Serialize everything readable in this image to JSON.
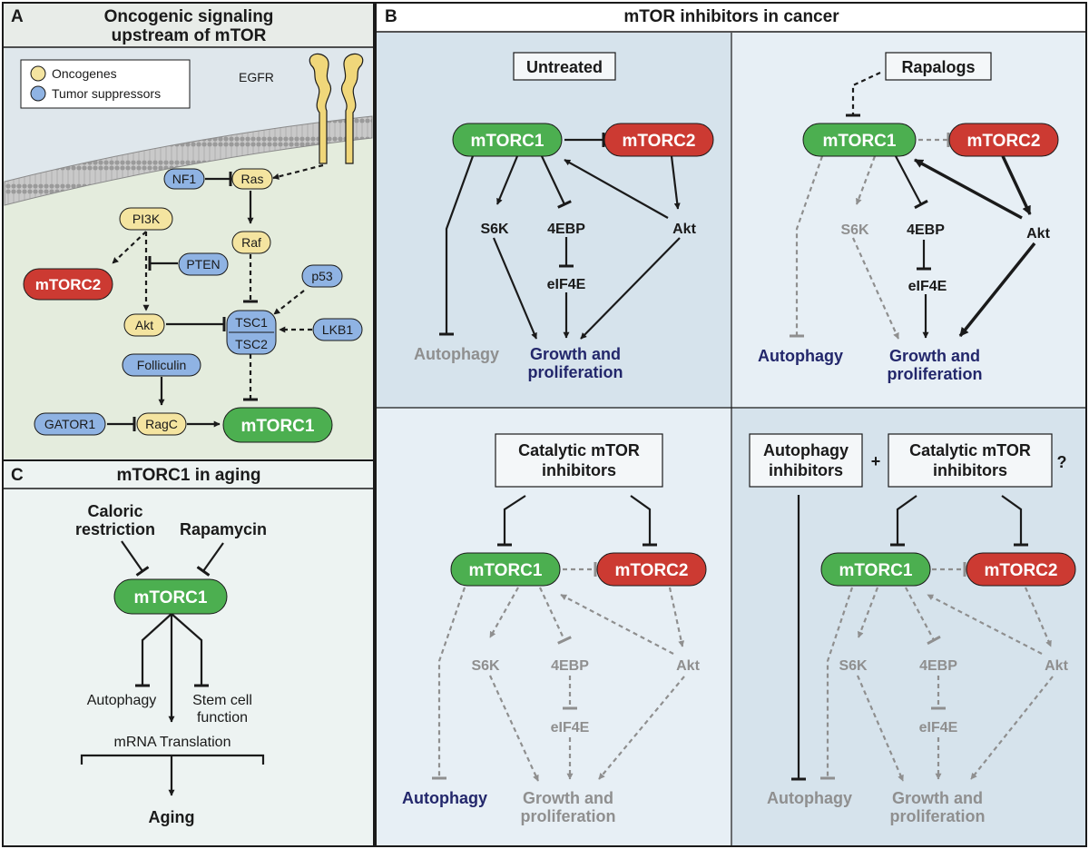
{
  "colors": {
    "oncogene": "#f4e4a0",
    "tumor_suppressor": "#8fb3e3",
    "mtorc1": "#4caf50",
    "mtorc2": "#cc3a32",
    "navy_text": "#23276b",
    "inactive_gray": "#8f8f8f"
  },
  "panel_a": {
    "letter": "A",
    "title_line1": "Oncogenic signaling",
    "title_line2": "upstream of mTOR",
    "legend": {
      "oncogenes": "Oncogenes",
      "tumor_suppressors": "Tumor suppressors"
    },
    "receptor": "EGFR",
    "nodes": {
      "nf1": "NF1",
      "ras": "Ras",
      "pi3k": "PI3K",
      "pten": "PTEN",
      "raf": "Raf",
      "p53": "p53",
      "mtorc2": "mTORC2",
      "akt": "Akt",
      "tsc1": "TSC1",
      "tsc2": "TSC2",
      "lkb1": "LKB1",
      "folliculin": "Folliculin",
      "gator1": "GATOR1",
      "ragc": "RagC",
      "mtorc1": "mTORC1"
    }
  },
  "panel_b": {
    "letter": "B",
    "title": "mTOR inhibitors in cancer",
    "untreated": {
      "label": "Untreated",
      "mtorc1": "mTORC1",
      "mtorc2": "mTORC2",
      "s6k": "S6K",
      "ebp": "4EBP",
      "eif4e": "eIF4E",
      "akt": "Akt",
      "autophagy": "Autophagy",
      "growth1": "Growth and",
      "growth2": "proliferation"
    },
    "rapalogs": {
      "label": "Rapalogs",
      "mtorc1": "mTORC1",
      "mtorc2": "mTORC2",
      "s6k": "S6K",
      "ebp": "4EBP",
      "eif4e": "eIF4E",
      "akt": "Akt",
      "autophagy": "Autophagy",
      "growth1": "Growth and",
      "growth2": "proliferation"
    },
    "catalytic": {
      "label1": "Catalytic mTOR",
      "label2": "inhibitors",
      "mtorc1": "mTORC1",
      "mtorc2": "mTORC2",
      "s6k": "S6K",
      "ebp": "4EBP",
      "eif4e": "eIF4E",
      "akt": "Akt",
      "autophagy": "Autophagy",
      "growth1": "Growth and",
      "growth2": "proliferation"
    },
    "combo": {
      "auto_inh1": "Autophagy",
      "auto_inh2": "inhibitors",
      "plus": "+",
      "label1": "Catalytic mTOR",
      "label2": "inhibitors",
      "question": "?",
      "mtorc1": "mTORC1",
      "mtorc2": "mTORC2",
      "s6k": "S6K",
      "ebp": "4EBP",
      "eif4e": "eIF4E",
      "akt": "Akt",
      "autophagy": "Autophagy",
      "growth1": "Growth and",
      "growth2": "proliferation"
    }
  },
  "panel_c": {
    "letter": "C",
    "title": "mTORC1 in aging",
    "caloric1": "Caloric",
    "caloric2": "restriction",
    "rapamycin": "Rapamycin",
    "mtorc1": "mTORC1",
    "autophagy": "Autophagy",
    "stem1": "Stem cell",
    "stem2": "function",
    "translation": "mRNA Translation",
    "aging": "Aging"
  }
}
